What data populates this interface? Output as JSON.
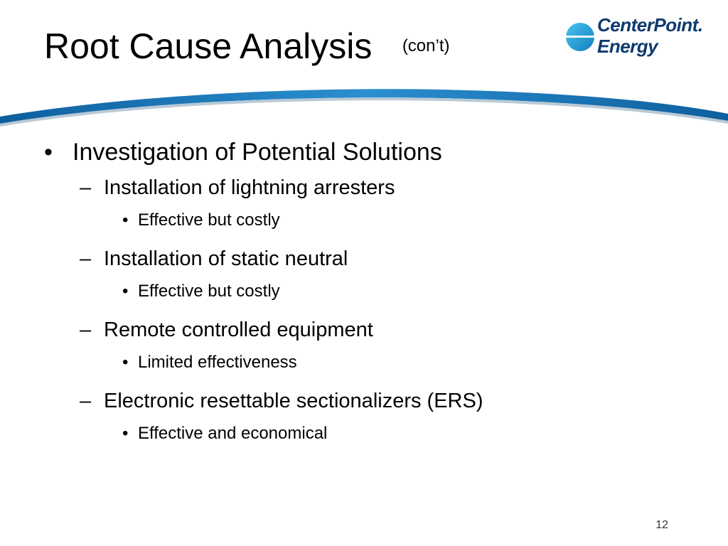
{
  "title": {
    "main": "Root Cause Analysis",
    "sub": "(con’t)"
  },
  "logo": {
    "line1": "CenterPoint.",
    "line2": "Energy",
    "brand_color": "#0d3a6e",
    "accent_color": "#1aa3dd"
  },
  "content": {
    "bullet_glyph": "•",
    "dash_glyph": "–",
    "heading": "Investigation of Potential Solutions",
    "items": [
      {
        "label": "Installation of lightning arresters",
        "note": "Effective but costly"
      },
      {
        "label": "Installation of static neutral",
        "note": "Effective but costly"
      },
      {
        "label": "Remote controlled equipment",
        "note": "Limited effectiveness"
      },
      {
        "label": "Electronic resettable sectionalizers (ERS)",
        "note": "Effective and economical"
      }
    ]
  },
  "page_number": "12"
}
